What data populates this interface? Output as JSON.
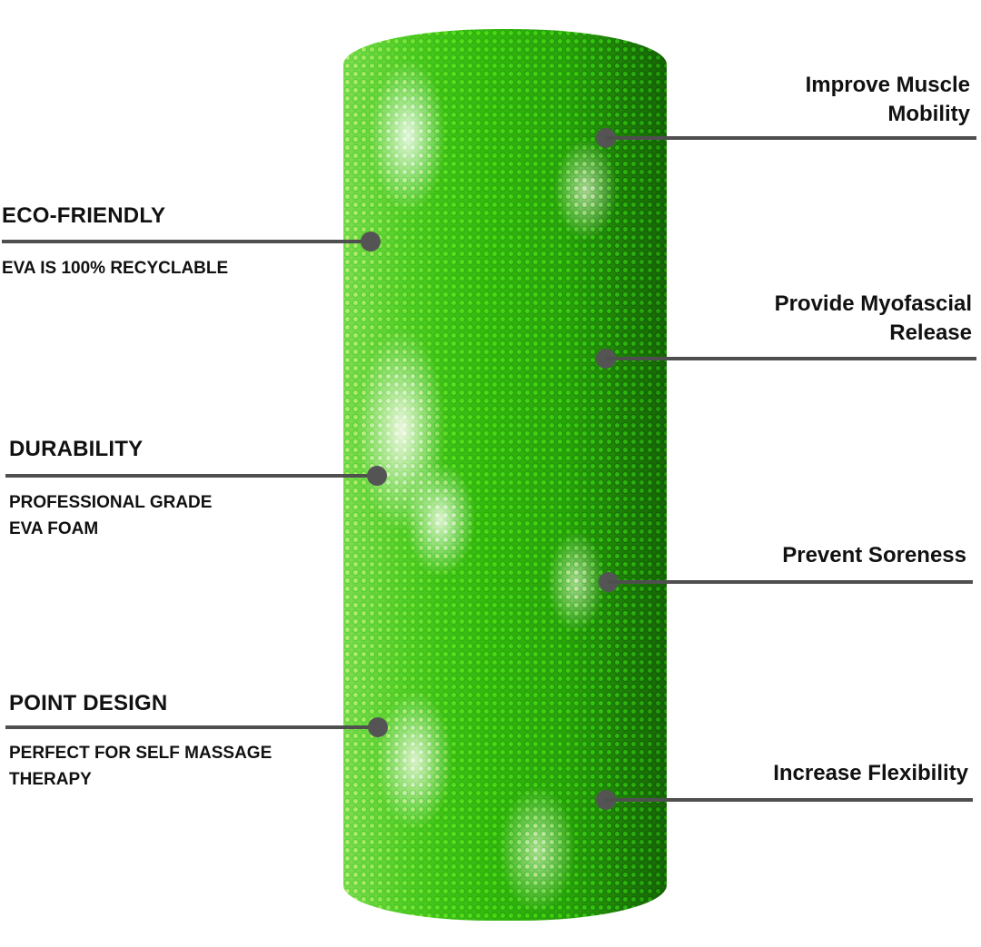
{
  "product": {
    "name": "foam-roller",
    "colors": {
      "primary_green": "#35b80f",
      "light_green": "#7ee05a",
      "white_marble": "#eef6e6",
      "callout_line": "#4f4f4f",
      "callout_dot": "#545454",
      "text": "#111111"
    }
  },
  "left_features": [
    {
      "title": "ECO-FRIENDLY",
      "lines": [
        "EVA IS 100% RECYCLABLE"
      ]
    },
    {
      "title": "DURABILITY",
      "lines": [
        "PROFESSIONAL GRADE",
        "EVA FOAM"
      ]
    },
    {
      "title": "POINT DESIGN",
      "lines": [
        "PERFECT FOR SELF MASSAGE",
        "THERAPY"
      ]
    }
  ],
  "right_benefits": [
    {
      "lines": [
        "Improve Muscle",
        "Mobility"
      ]
    },
    {
      "lines": [
        "Provide Myofascial",
        "Release"
      ]
    },
    {
      "lines": [
        "Prevent Soreness"
      ]
    },
    {
      "lines": [
        "Increase Flexibility"
      ]
    }
  ]
}
